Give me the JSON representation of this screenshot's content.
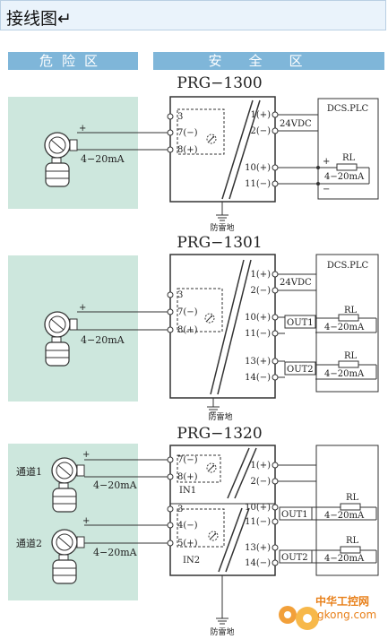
{
  "header": {
    "title": "接线图↵"
  },
  "zones": {
    "hazard": "危险区",
    "safe": "安全区"
  },
  "diagrams": [
    {
      "model": "PRG−1300",
      "terms_in": [
        "3",
        "7(−)",
        "8(+)"
      ],
      "terms_out": [
        "1(+)",
        "2(−)",
        "10(+)",
        "11(−)"
      ],
      "supply": "24VDC",
      "signal": "4−20mA",
      "plc": "DCS.PLC",
      "rl": "RL",
      "ground": "防雷地"
    },
    {
      "model": "PRG−1301",
      "terms_in": [
        "3",
        "7(−)",
        "8(+)"
      ],
      "terms_out": [
        "1(+)",
        "2(−)",
        "10(+)",
        "11(−)",
        "13(+)",
        "14(−)"
      ],
      "supply": "24VDC",
      "signal": "4−20mA",
      "plc": "DCS.PLC",
      "rl": "RL",
      "outs": [
        "OUT1",
        "OUT2"
      ],
      "ground": "防雷地"
    },
    {
      "model": "PRG−1320",
      "terms_in": [
        "7(−)",
        "8(+)",
        "3",
        "4(−)",
        "5(+)"
      ],
      "terms_out": [
        "1(+)",
        "2(−)",
        "10(+)",
        "11(−)",
        "13(+)",
        "14(−)"
      ],
      "inputs": [
        "IN1",
        "IN2"
      ],
      "channels": [
        "通道1",
        "通道2"
      ],
      "signal": "4−20mA",
      "rl": "RL",
      "outs": [
        "OUT1",
        "OUT2"
      ],
      "ground": "防雷地"
    }
  ],
  "watermark": {
    "cn": "中华工控网",
    "en": "gkong.com"
  },
  "colors": {
    "hazard_zone": "#cde7dd",
    "zone_header": "#7fb6d9",
    "watermark": "#e8801a"
  }
}
